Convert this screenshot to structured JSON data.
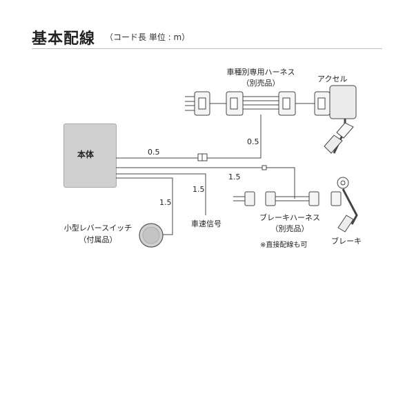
{
  "header": {
    "title": "基本配線",
    "subtitle": "（コード長 単位 : m）"
  },
  "labels": {
    "main_unit": "本体",
    "vehicle_harness": [
      "車種別専用ハーネス",
      "（別売品）"
    ],
    "accelerator": "アクセル",
    "brake_harness": [
      "ブレーキハーネス",
      "（別売品）"
    ],
    "direct_wiring_note": "※直接配線も可",
    "brake": "ブレーキ",
    "lever_switch": [
      "小型レバースイッチ",
      "（付属品）"
    ],
    "speed_signal": "車速信号"
  },
  "lengths": {
    "main_to_harness": "0.5",
    "harness_down": "0.5",
    "to_brake": "1.5",
    "speed_signal": "1.5",
    "lever_switch": "1.5"
  }
}
